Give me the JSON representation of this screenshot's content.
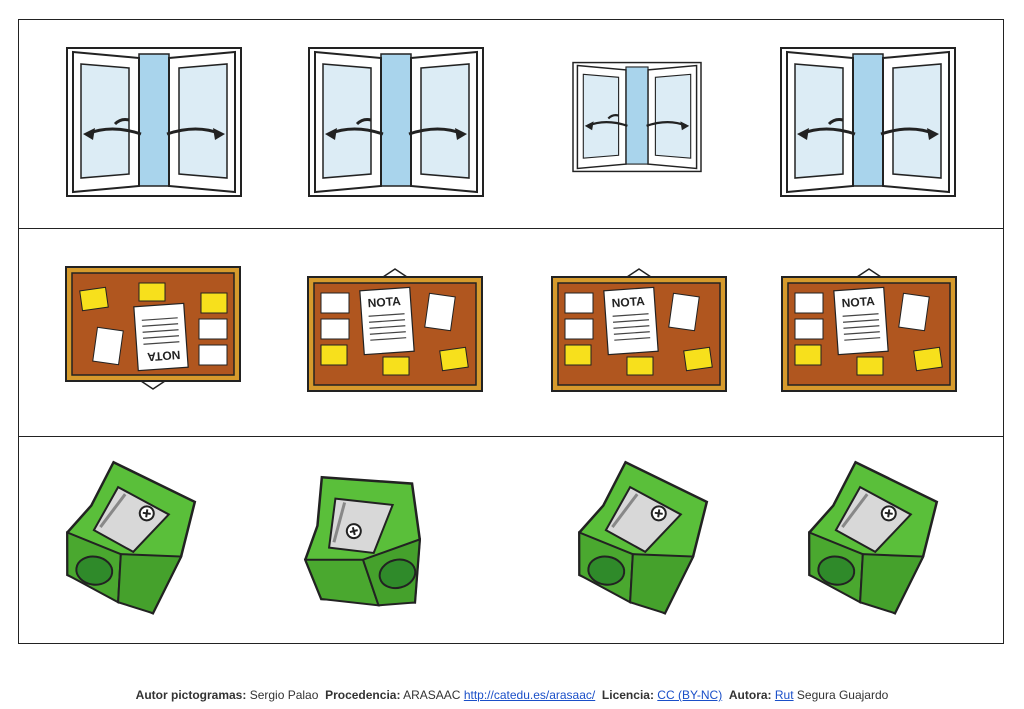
{
  "rows": [
    {
      "name": "windows",
      "items": [
        {
          "icon": "open-window-icon"
        },
        {
          "icon": "open-window-icon"
        },
        {
          "icon": "open-window-icon"
        },
        {
          "icon": "open-window-icon"
        }
      ]
    },
    {
      "name": "cork-boards",
      "items": [
        {
          "icon": "cork-board-icon",
          "note_label": "NOTA"
        },
        {
          "icon": "cork-board-icon",
          "note_label": "NOTA"
        },
        {
          "icon": "cork-board-icon",
          "note_label": "NOTA"
        },
        {
          "icon": "cork-board-icon",
          "note_label": "NOTA"
        }
      ]
    },
    {
      "name": "sharpeners",
      "items": [
        {
          "icon": "pencil-sharpener-icon"
        },
        {
          "icon": "pencil-sharpener-icon"
        },
        {
          "icon": "pencil-sharpener-icon"
        },
        {
          "icon": "pencil-sharpener-icon"
        }
      ]
    }
  ],
  "colors": {
    "glass": "#dcecf5",
    "glass_center": "#a9d4ec",
    "cork": "#b0561f",
    "frame": "#d69a2c",
    "sticky": "#f7e01c",
    "sharpener": "#5abf3a",
    "sharpener_dark": "#2f8a2a",
    "link": "#1a4fc8"
  },
  "footer": {
    "author_label": "Autor pictogramas:",
    "author": "Sergio Palao",
    "source_label": "Procedencia:",
    "source": "ARASAAC",
    "source_link": "http://catedu.es/arasaac/",
    "license_label": "Licencia:",
    "license": "CC (BY-NC)",
    "compiler_label": "Autora:",
    "compiler_first": "Rut",
    "compiler_rest": "Segura Guajardo"
  }
}
